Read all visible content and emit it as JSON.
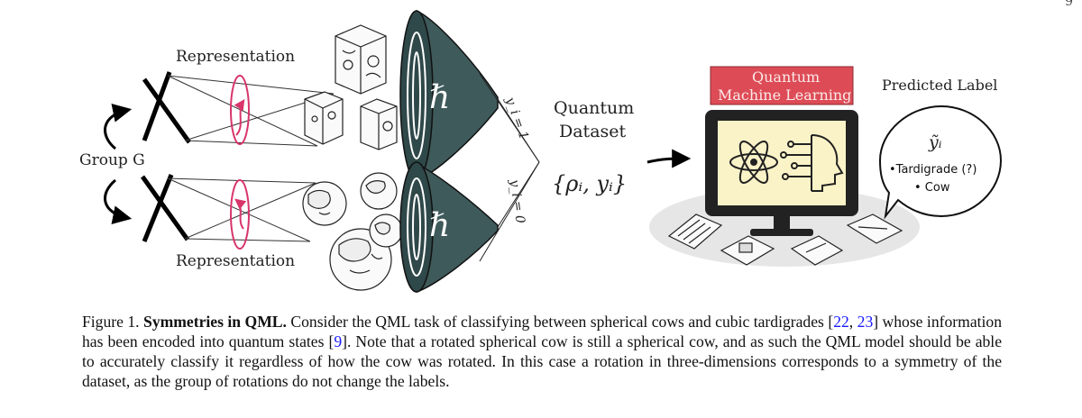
{
  "figure": {
    "labels": {
      "representation_top": "Representation",
      "representation_bottom": "Representation",
      "group": "Group G",
      "hbar_top": "ℏ",
      "hbar_bottom": "ℏ",
      "y_label_top": "y_i = 1",
      "y_label_bottom": "y_i = 0",
      "quantum": "Quantum",
      "dataset": "Dataset",
      "set_notation": "{ρᵢ, yᵢ}",
      "qml_line1": "Quantum",
      "qml_line2": "Machine Learning",
      "predicted_label": "Predicted Label",
      "bubble_y": "ỹᵢ",
      "bubble_item1": "•Tardigrade (?)",
      "bubble_item2": "• Cow"
    },
    "colors": {
      "horn": "#3f5a5b",
      "qml_banner": "#dd4c56",
      "screen": "#fbf3c8",
      "rotation_arrow": "#d8356a",
      "shadow": "#e6e6e6"
    }
  },
  "caption": {
    "figure_number": "Figure 1.",
    "title": "Symmetries in QML.",
    "text_a": " Consider the QML task of classifying between spherical cows and cubic tardigrades ",
    "cite_a_open": "[",
    "cite_a1": "22",
    "cite_a_sep": ", ",
    "cite_a2": "23",
    "cite_a_close": "]",
    "text_b": " whose information has been encoded into quantum states ",
    "cite_b_open": "[",
    "cite_b": "9",
    "cite_b_close": "]",
    "text_c": ". Note that a rotated spherical cow is still a spherical cow, and as such the QML model should be able to accurately classify it regardless of how the cow was rotated. In this case a rotation in three-dimensions corresponds to a symmetry of the dataset, as the group of rotations do not change the labels."
  },
  "page_corner_mark": "9"
}
